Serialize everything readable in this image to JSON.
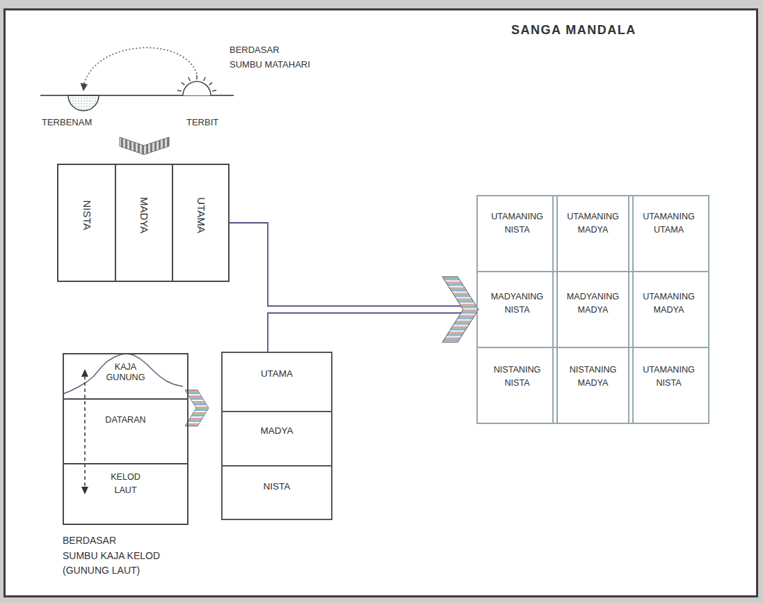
{
  "diagram": {
    "title": "SANGA MANDALA",
    "nodes": [
      {
        "text": [
          "NISTA"
        ]
      },
      {
        "text": [
          "MADYA"
        ]
      },
      {
        "text": [
          "UTAMA"
        ]
      },
      {
        "text": [
          "UTAMANING NISTA"
        ]
      },
      {
        "text": [
          "UTAMANING MADYA"
        ]
      },
      {
        "text": [
          "UTAMANING UTAMA"
        ]
      },
      {
        "text": [
          "MADYANING NISTA"
        ]
      },
      {
        "text": [
          "MADYANING MADYA"
        ]
      },
      {
        "text": [
          "UTAMANING MADYA"
        ]
      },
      {
        "text": [
          "NISTANING NISTA"
        ]
      },
      {
        "text": [
          "NISTANING MADYA"
        ]
      },
      {
        "text": [
          "UTAMANING NISTA"
        ]
      },
      {
        "text": [
          "KAJA GUNUNG"
        ]
      },
      {
        "text": [
          "DATARAN"
        ]
      },
      {
        "text": [
          "KELOD LAUT"
        ]
      },
      {
        "text": [
          "UTAMA"
        ]
      },
      {
        "text": [
          "MADYA"
        ]
      },
      {
        "text": [
          "NISTA"
        ]
      }
    ],
    "edges": [
      {
        "from": 2,
        "to": 6,
        "arrow": "to"
      },
      {
        "from": 15,
        "to": 6,
        "arrow": "to"
      }
    ],
    "labels": [
      "BERDASAR SUMBU MATAHARI",
      "TERBENAM",
      "TERBIT",
      "BERDASAR SUMBU KAJA KELOD (GUNUNG LAUT)"
    ]
  }
}
